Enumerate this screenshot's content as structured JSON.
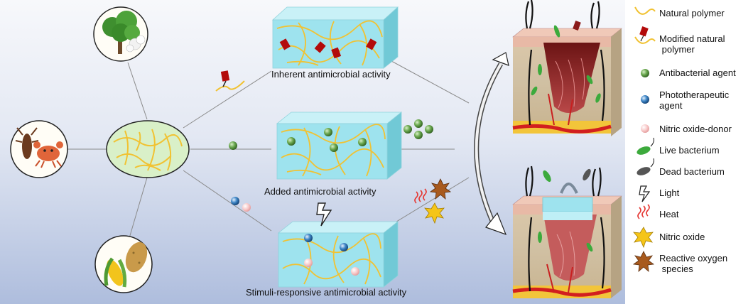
{
  "diagram": {
    "captions": {
      "inherent": "Inherent antimicrobial activity",
      "added": "Added antimicrobial activity",
      "stimuli": "Stimuli-responsive antimicrobial activity"
    },
    "legend": [
      {
        "icon": "natural-polymer-icon",
        "label": "Natural polymer"
      },
      {
        "icon": "modified-natural-polymer-icon",
        "label": "Modified natural\n polymer"
      },
      {
        "icon": "antibacterial-agent-icon",
        "label": "Antibacterial agent"
      },
      {
        "icon": "phototherapeutic-agent-icon",
        "label": "Phototherapeutic\nagent"
      },
      {
        "icon": "nitric-oxide-donor-icon",
        "label": "Nitric oxide-donor"
      },
      {
        "icon": "live-bacterium-icon",
        "label": "Live bacterium"
      },
      {
        "icon": "dead-bacterium-icon",
        "label": "Dead bacterium"
      },
      {
        "icon": "light-icon",
        "label": "Light"
      },
      {
        "icon": "heat-icon",
        "label": "Heat"
      },
      {
        "icon": "nitric-oxide-icon",
        "label": "Nitric oxide"
      },
      {
        "icon": "reactive-oxygen-species-icon",
        "label": "Reactive oxygen\n species"
      }
    ],
    "colors": {
      "polymer": "#f1c232",
      "modifier": "#b30b0b",
      "antibacterial": "#6aa84f",
      "phototherapeutic": "#3d85c6",
      "no_donor": "#f4b6b6",
      "cube_face": "#9ee3ee",
      "cube_top": "#c9f1f7",
      "cube_side": "#71c9d6",
      "background_top": "#f6f7fa",
      "background_bottom": "#a9b9dc"
    }
  }
}
